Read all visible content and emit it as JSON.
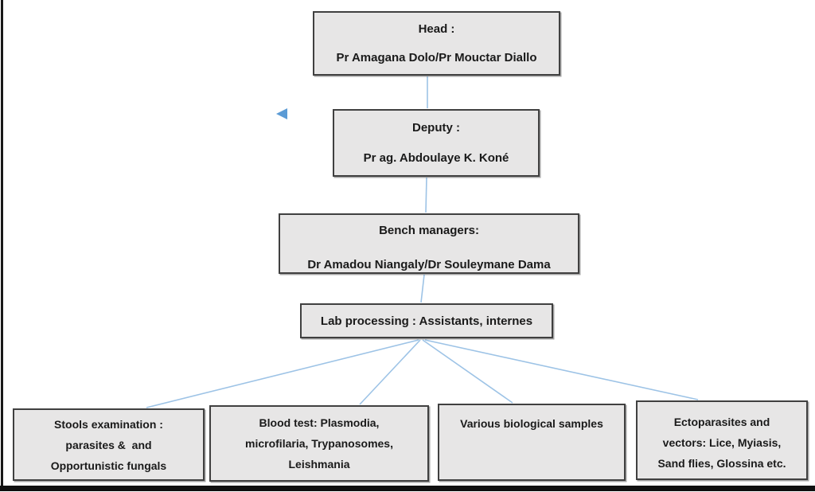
{
  "org_chart": {
    "head": {
      "title": "Head :",
      "names": "Pr Amagana Dolo/Pr Mouctar Diallo"
    },
    "deputy": {
      "title": "Deputy :",
      "names": "Pr ag. Abdoulaye K. Koné"
    },
    "bench_managers": {
      "title": "Bench managers:",
      "names": "Dr Amadou Niangaly/Dr Souleymane Dama"
    },
    "lab_processing": {
      "label": "Lab processing : Assistants, internes"
    },
    "units": [
      {
        "lines": [
          "Stools examination :",
          "parasites &  and",
          "Opportunistic fungals"
        ]
      },
      {
        "lines": [
          "Blood test: Plasmodia,",
          "microfilaria, Trypanosomes,",
          "Leishmania"
        ]
      },
      {
        "lines": [
          "Various biological samples"
        ]
      },
      {
        "lines": [
          "Ectoparasites and",
          "vectors: Lice, Myiasis,",
          "Sand flies, Glossina etc."
        ]
      }
    ]
  },
  "colors": {
    "box_fill": "#e7e6e6",
    "box_border": "#404040",
    "connector": "#9dc3e6",
    "arrow": "#5b9bd5",
    "frame": "#181818",
    "text": "#1a1a1a"
  }
}
